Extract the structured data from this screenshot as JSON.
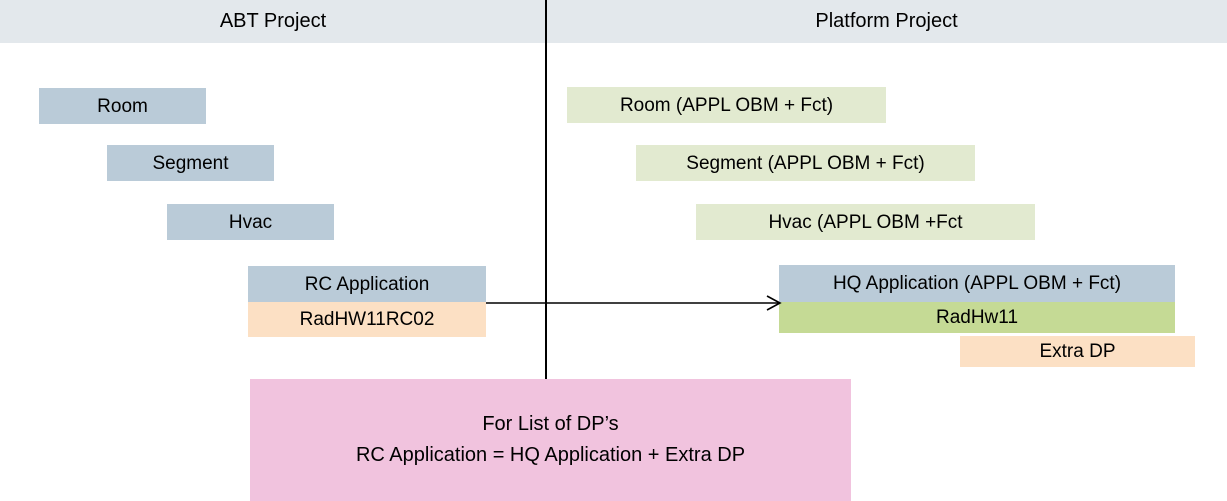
{
  "header": {
    "left_title": "ABT Project",
    "right_title": "Platform  Project"
  },
  "colors": {
    "header_band": "#e3e8ec",
    "blue_box": "#bacbd8",
    "pale_green_box": "#e2ead0",
    "dark_green_box": "#c5da95",
    "peach_box": "#fce0c4",
    "pink_summary": "#f1c3de",
    "line": "#000000",
    "page_background": "#ffffff"
  },
  "abt_project": {
    "boxes": [
      {
        "label": "Room",
        "color": "blue"
      },
      {
        "label": "Segment",
        "color": "blue"
      },
      {
        "label": "Hvac",
        "color": "blue"
      },
      {
        "label": "RC Application",
        "color": "blue"
      },
      {
        "label": "RadHW11RC02",
        "color": "peach"
      }
    ]
  },
  "platform_project": {
    "boxes": [
      {
        "label": "Room (APPL OBM + Fct)",
        "color": "green"
      },
      {
        "label": "Segment (APPL OBM + Fct)",
        "color": "green"
      },
      {
        "label": "Hvac (APPL OBM +Fct",
        "color": "green"
      },
      {
        "label": "HQ Application  (APPL OBM + Fct)",
        "color": "blue"
      },
      {
        "label": "RadHw11",
        "color": "dgreen"
      },
      {
        "label": "Extra DP",
        "color": "peach"
      }
    ]
  },
  "mapping_arrow": {
    "name": "rc-to-hq-arrow",
    "from": "RC Application",
    "to": "HQ Application  (APPL OBM + Fct)"
  },
  "summary": {
    "line1": "For List of DP’s",
    "line2": "RC Application  =  HQ Application  +  Extra DP"
  }
}
